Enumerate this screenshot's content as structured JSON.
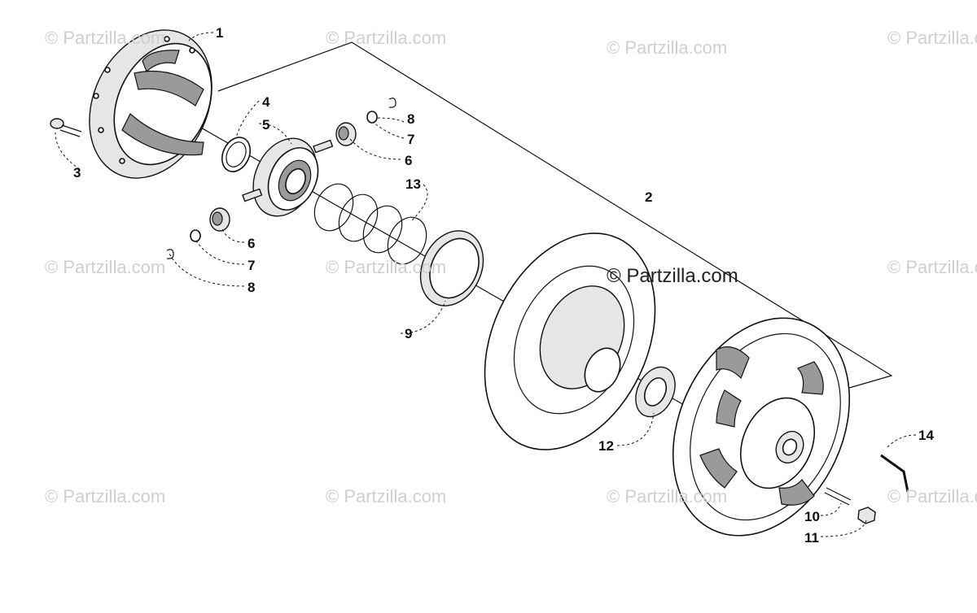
{
  "watermark_text": "© Partzilla.com",
  "center_watermark_text": "© Partzilla.com",
  "callouts": [
    "1",
    "2",
    "3",
    "4",
    "5",
    "13",
    "8",
    "7",
    "6",
    "6",
    "7",
    "8",
    "9",
    "12",
    "14",
    "10",
    "11"
  ]
}
